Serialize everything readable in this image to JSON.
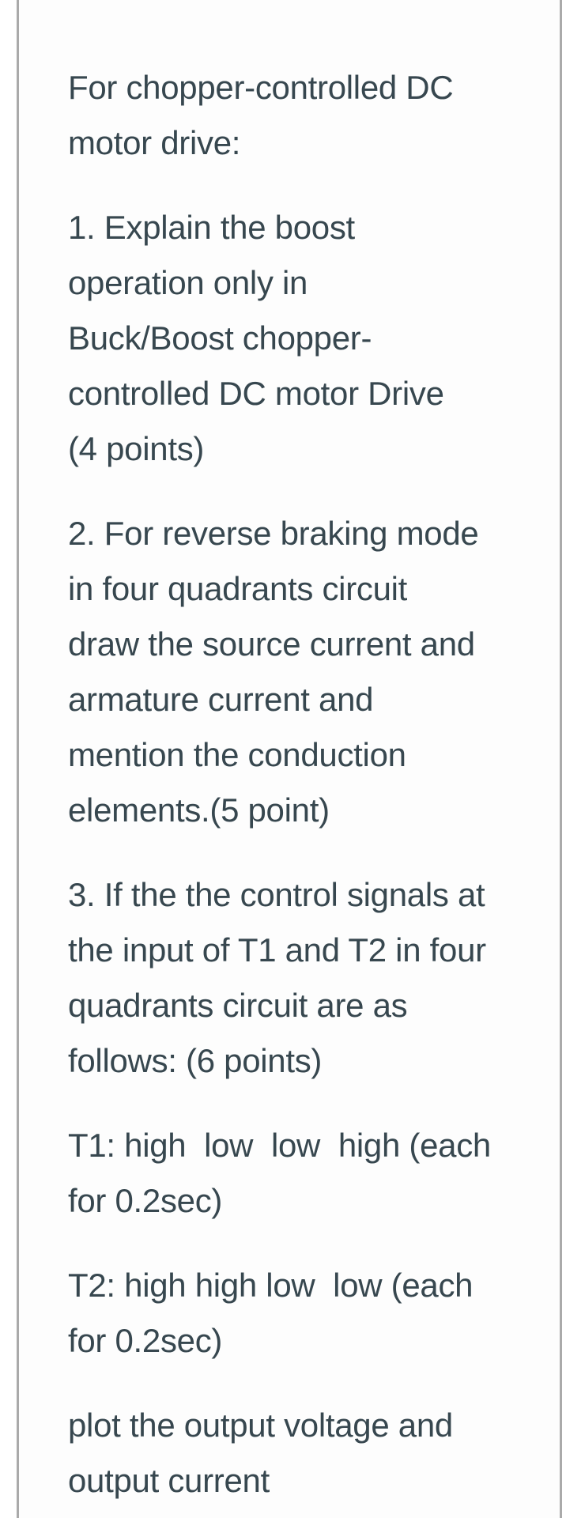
{
  "page": {
    "background_color": "#FFFFFF",
    "card_background_color": "#FDFDFD",
    "border_color": "#AAAAAA",
    "text_color": "#37474F"
  },
  "question": {
    "intro": "For chopper-controlled DC\nmotor drive:",
    "items": [
      {
        "text": "1. Explain the boost\noperation only in\nBuck/Boost chopper-\ncontrolled DC motor Drive\n(4 points)"
      },
      {
        "text": "2. For reverse braking mode\nin four quadrants circuit\ndraw the source current and\narmature current and\nmention the conduction\nelements.(5 point)"
      },
      {
        "text": "3. If the the control signals at\nthe input of T1 and T2 in four\nquadrants circuit are as\nfollows: (6 points)"
      },
      {
        "text": "T1: high  low  low  high (each\nfor 0.2sec)"
      },
      {
        "text": "T2: high high low  low (each\nfor 0.2sec)"
      },
      {
        "text": "plot the output voltage and\noutput current"
      }
    ]
  }
}
